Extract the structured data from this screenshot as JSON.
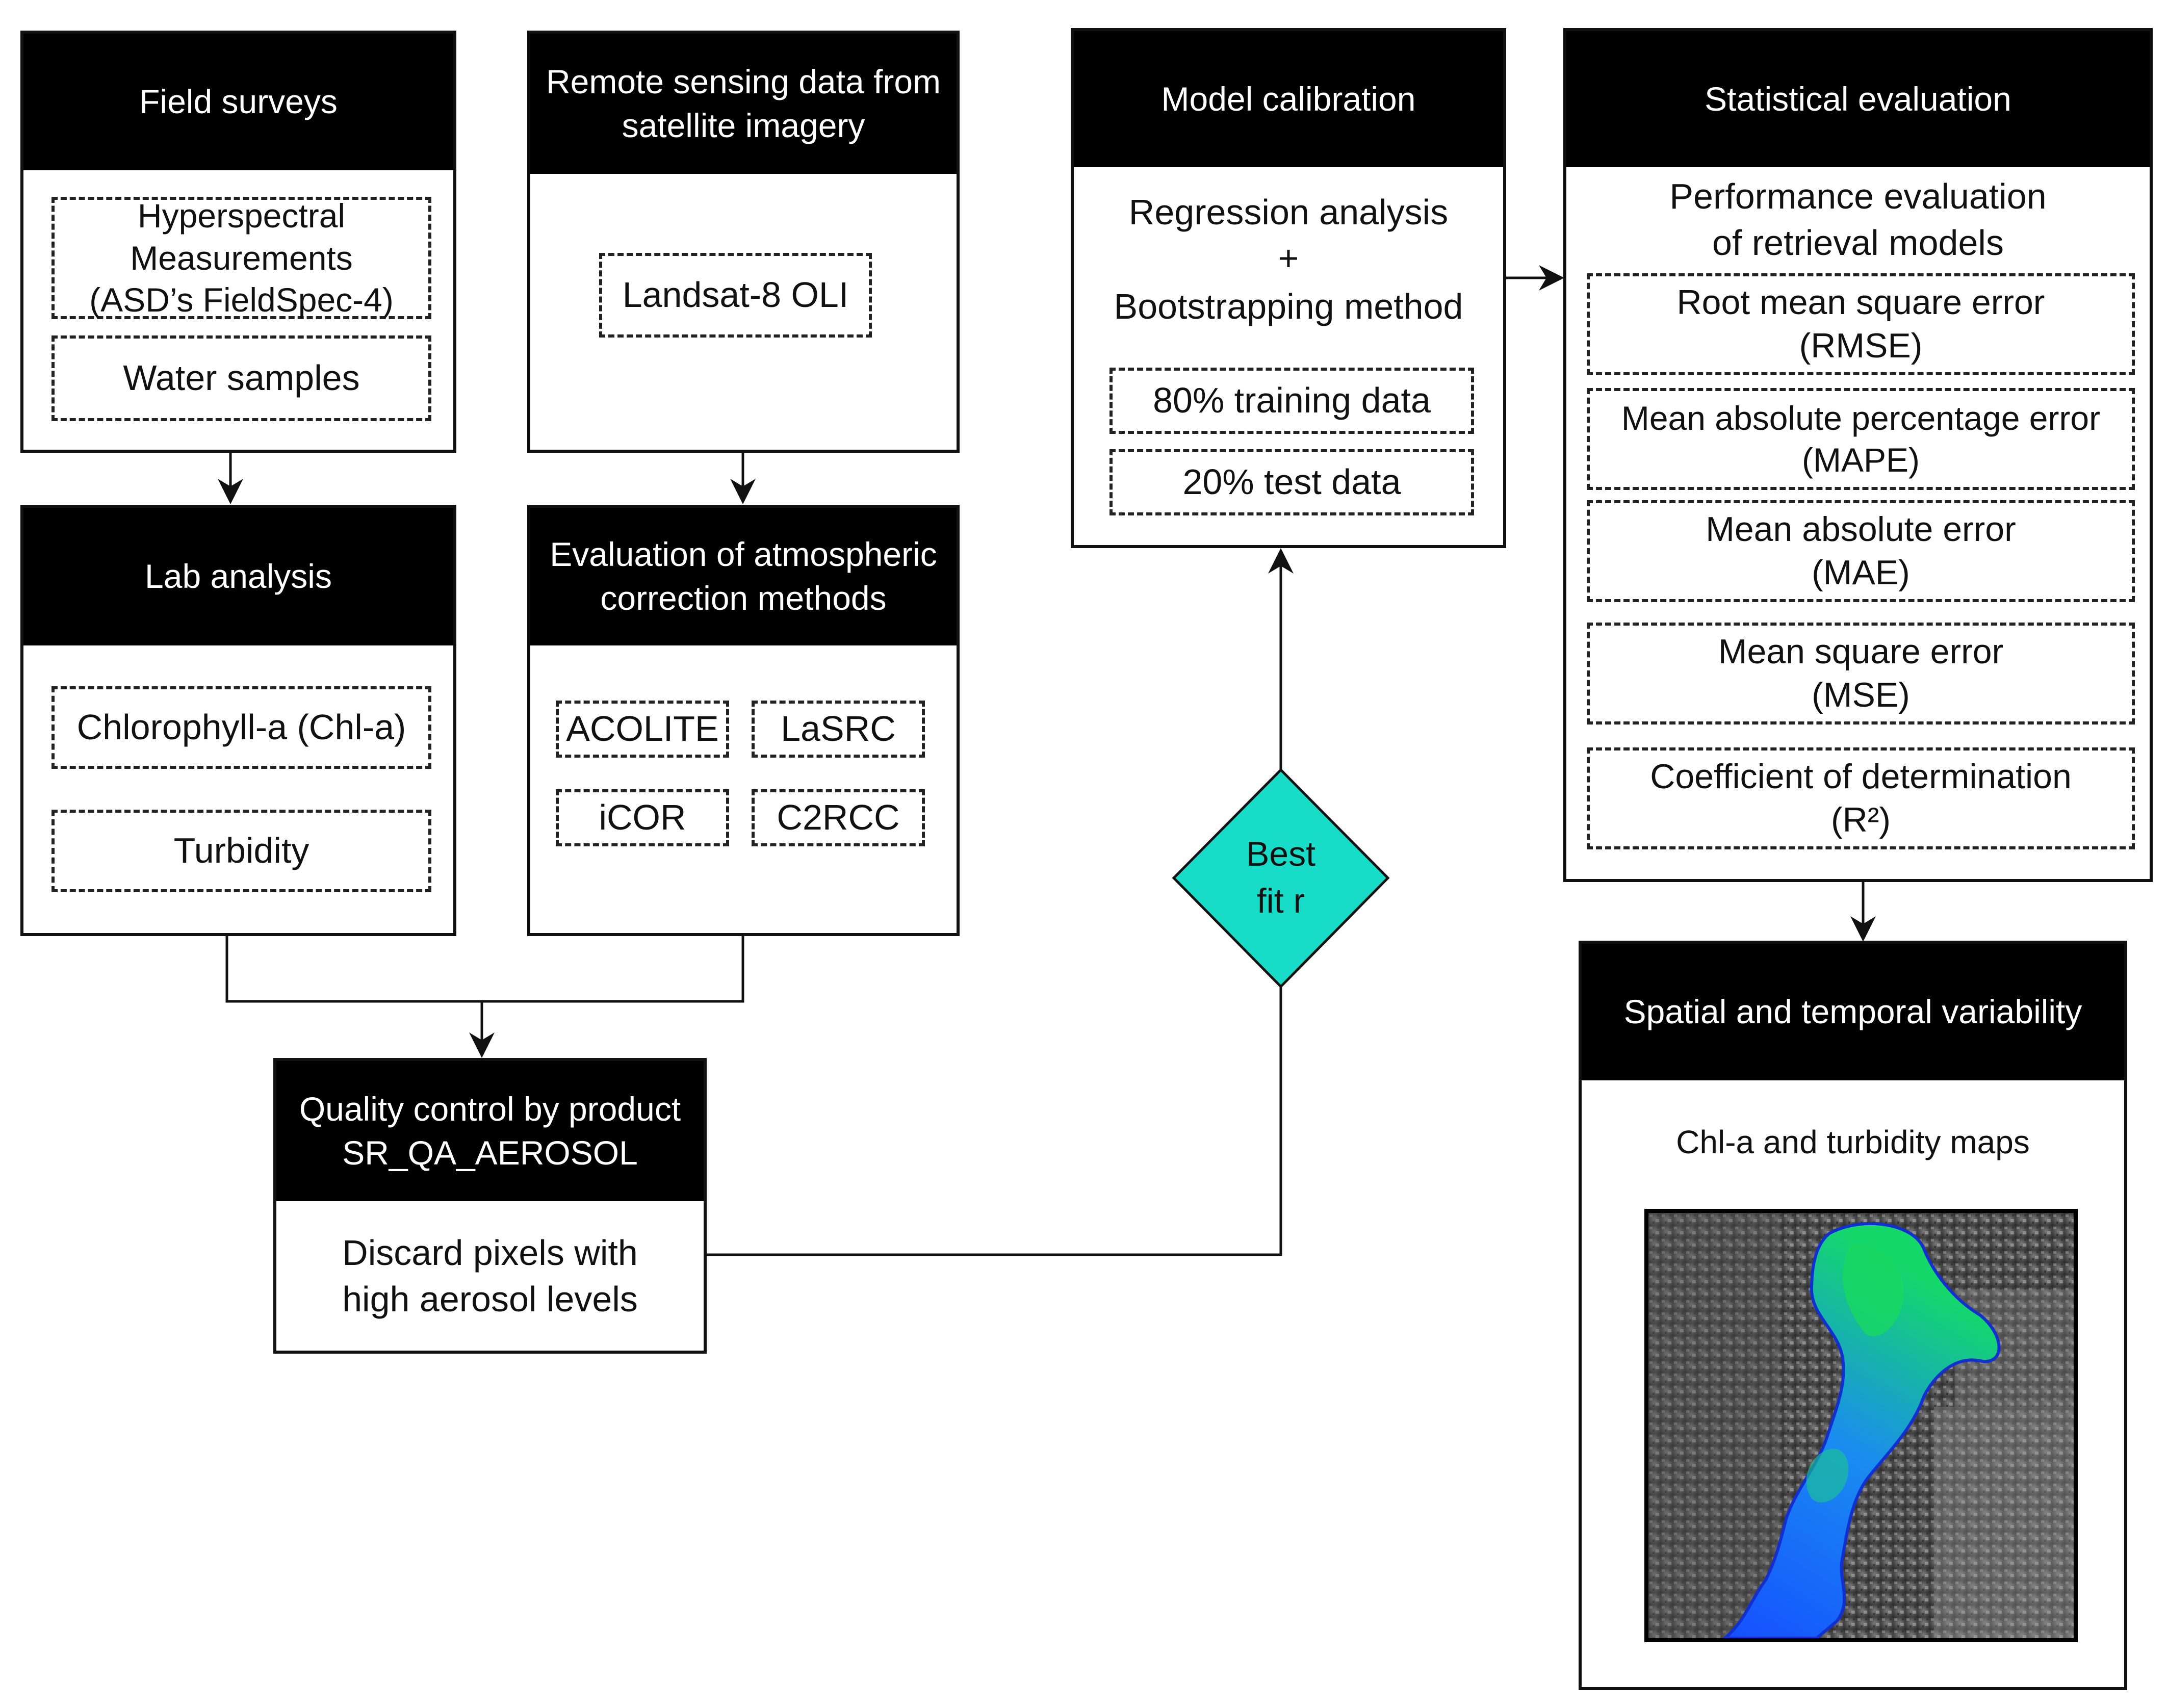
{
  "field_surveys": {
    "title": "Field surveys",
    "items": [
      "Hyperspectral\nMeasurements\n(ASD’s FieldSpec-4)",
      "Water samples"
    ]
  },
  "remote_sensing": {
    "title": "Remote sensing data\nfrom satellite imagery",
    "items": [
      "Landsat-8 OLI"
    ]
  },
  "lab_analysis": {
    "title": "Lab analysis",
    "items": [
      "Chlorophyll-a (Chl-a)",
      "Turbidity"
    ]
  },
  "atmospheric": {
    "title": "Evaluation of atmospheric\ncorrection methods",
    "items": [
      "ACOLITE",
      "LaSRC",
      "iCOR",
      "C2RCC"
    ]
  },
  "quality_control": {
    "title": "Quality control by\nproduct SR_QA_AEROSOL",
    "body": "Discard pixels with\nhigh aerosol levels"
  },
  "model_calibration": {
    "title": "Model calibration",
    "line1": "Regression analysis",
    "plus": "+",
    "line2": "Bootstrapping method",
    "items": [
      "80% training data",
      "20% test data"
    ]
  },
  "best_fit": {
    "label": "Best\nfit r",
    "color": "#17ddc8"
  },
  "statistical_evaluation": {
    "title": "Statistical evaluation",
    "subtitle": "Performance evaluation\nof retrieval models",
    "items": [
      "Root mean square error\n(RMSE)",
      "Mean absolute percentage error\n(MAPE)",
      "Mean absolute error\n(MAE)",
      "Mean square error\n(MSE)",
      "Coefficient of determination\n(R²)"
    ]
  },
  "spatial_temporal": {
    "title": "Spatial and temporal\nvariability",
    "subtitle": "Chl-a and turbidity maps"
  }
}
